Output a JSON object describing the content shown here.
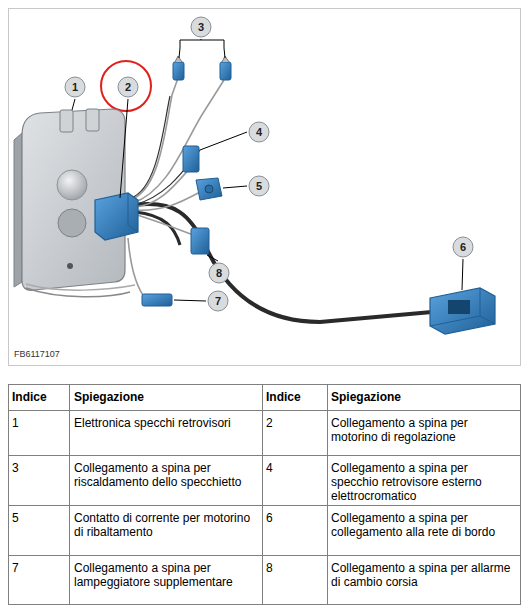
{
  "diagram": {
    "nodes": [
      {
        "text": [
          "3"
        ]
      },
      {
        "text": [
          "1"
        ]
      },
      {
        "text": [
          "2"
        ]
      },
      {
        "text": [
          "4"
        ]
      },
      {
        "text": [
          "5"
        ]
      },
      {
        "text": [
          "6"
        ]
      },
      {
        "text": [
          "8"
        ]
      },
      {
        "text": [
          "7"
        ]
      }
    ],
    "labels": [
      "FB6117107",
      "Indice",
      "Spiegazione",
      "Indice",
      "Spiegazione",
      "1",
      "Elettronica specchi retrovisori",
      "2",
      "Collegamento a spina per motorino di regolazione",
      "3",
      "Collegamento a spina per riscaldamento dello specchietto",
      "4",
      "Collegamento a spina per specchio retrovisore esterno elettrocromatico",
      "5",
      "Contatto di corrente per motorino di ribaltamento",
      "6",
      "Collegamento a spina per collegamento alla rete di bordo",
      "7",
      "Collegamento a spina per lampeggiatore supplementare",
      "8",
      "Collegamento a spina per allarme di cambio corsia"
    ]
  }
}
